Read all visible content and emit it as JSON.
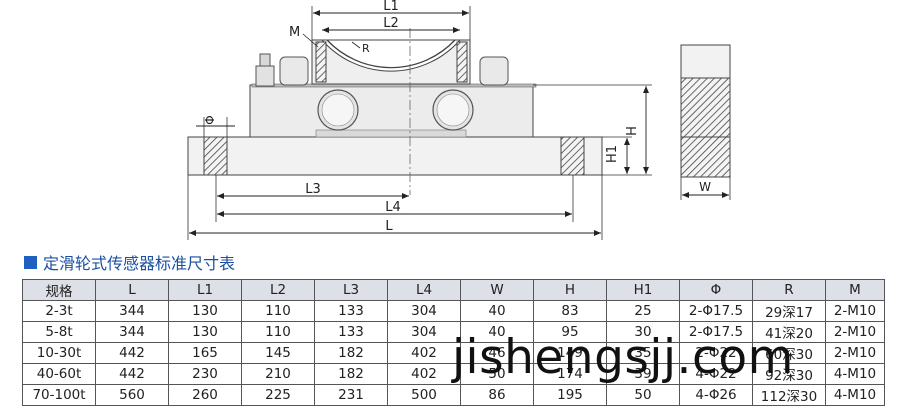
{
  "drawing": {
    "labels": {
      "l1": "L1",
      "l2": "L2",
      "m": "M",
      "r": "R",
      "phi": "Φ",
      "h": "H",
      "h1": "H1",
      "l3": "L3",
      "l4": "L4",
      "l": "L",
      "w": "W"
    }
  },
  "section_title": "定滑轮式传感器标准尺寸表",
  "table": {
    "headers": [
      "规格",
      "L",
      "L1",
      "L2",
      "L3",
      "L4",
      "W",
      "H",
      "H1",
      "Φ",
      "R",
      "M"
    ],
    "rows": [
      [
        "2-3t",
        "344",
        "130",
        "110",
        "133",
        "304",
        "40",
        "83",
        "25",
        "2-Φ17.5",
        "29深17",
        "2-M10"
      ],
      [
        "5-8t",
        "344",
        "130",
        "110",
        "133",
        "304",
        "40",
        "95",
        "30",
        "2-Φ17.5",
        "41深20",
        "2-M10"
      ],
      [
        "10-30t",
        "442",
        "165",
        "145",
        "182",
        "402",
        "46",
        "149",
        "35",
        "2-Φ22",
        "60深30",
        "2-M10"
      ],
      [
        "40-60t",
        "442",
        "230",
        "210",
        "182",
        "402",
        "50",
        "174",
        "39",
        "4-Φ22",
        "92深30",
        "4-M10"
      ],
      [
        "70-100t",
        "560",
        "260",
        "225",
        "231",
        "500",
        "86",
        "195",
        "50",
        "4-Φ26",
        "112深30",
        "4-M10"
      ]
    ]
  },
  "watermark": "jishengsjj.com"
}
